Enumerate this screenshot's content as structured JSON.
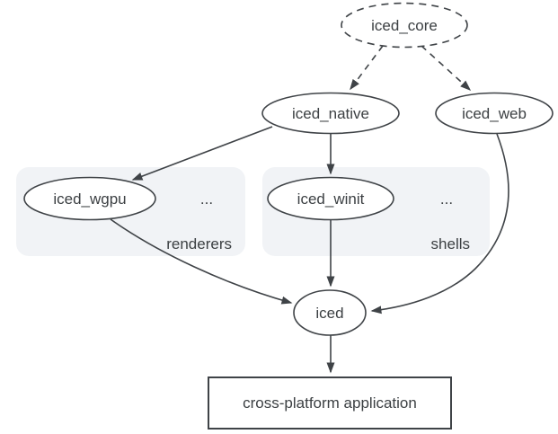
{
  "diagram": {
    "nodes": {
      "iced_core": {
        "label": "iced_core"
      },
      "iced_native": {
        "label": "iced_native"
      },
      "iced_web": {
        "label": "iced_web"
      },
      "iced_wgpu": {
        "label": "iced_wgpu"
      },
      "iced_winit": {
        "label": "iced_winit"
      },
      "iced": {
        "label": "iced"
      },
      "application": {
        "label": "cross-platform application"
      }
    },
    "groups": {
      "renderers": {
        "label": "renderers",
        "ellipsis": "..."
      },
      "shells": {
        "label": "shells",
        "ellipsis": "..."
      }
    },
    "colors": {
      "stroke": "#3f4347",
      "text": "#3c4043",
      "accent_blue": "#1a73e8",
      "group_fill": "#f1f3f6",
      "node_fill": "#ffffff",
      "background": "#ffffff"
    }
  }
}
